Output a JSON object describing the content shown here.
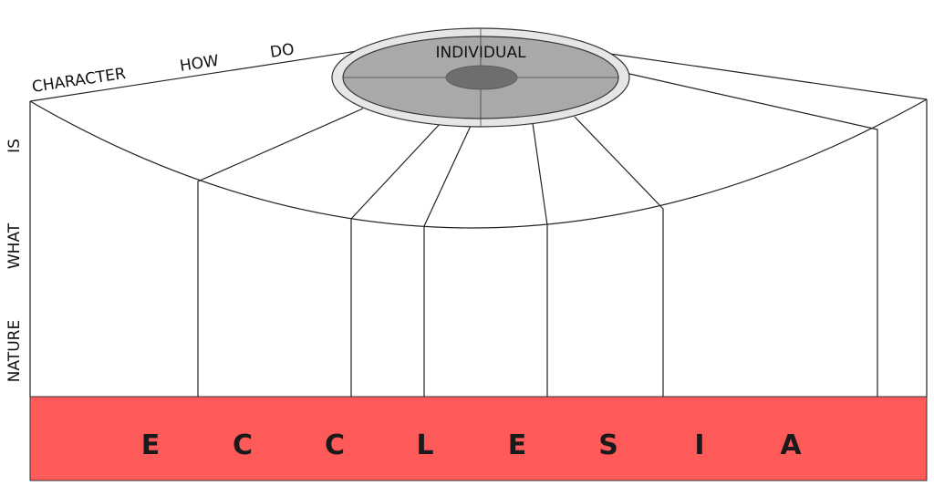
{
  "labels": {
    "top": {
      "character": "CHARACTER",
      "how": "HOW",
      "do": "DO"
    },
    "center": "INDIVIDUAL",
    "side": {
      "is": "IS",
      "what": "WHAT",
      "nature": "NATURE"
    }
  },
  "ecclesia": [
    "E",
    "C",
    "C",
    "L",
    "E",
    "S",
    "I",
    "A"
  ],
  "colors": {
    "bar": "#ff5a5a",
    "disc_outer": "#e6e6e6",
    "disc_inner": "#a9a9a9",
    "disc_core": "#6e6e6e"
  }
}
